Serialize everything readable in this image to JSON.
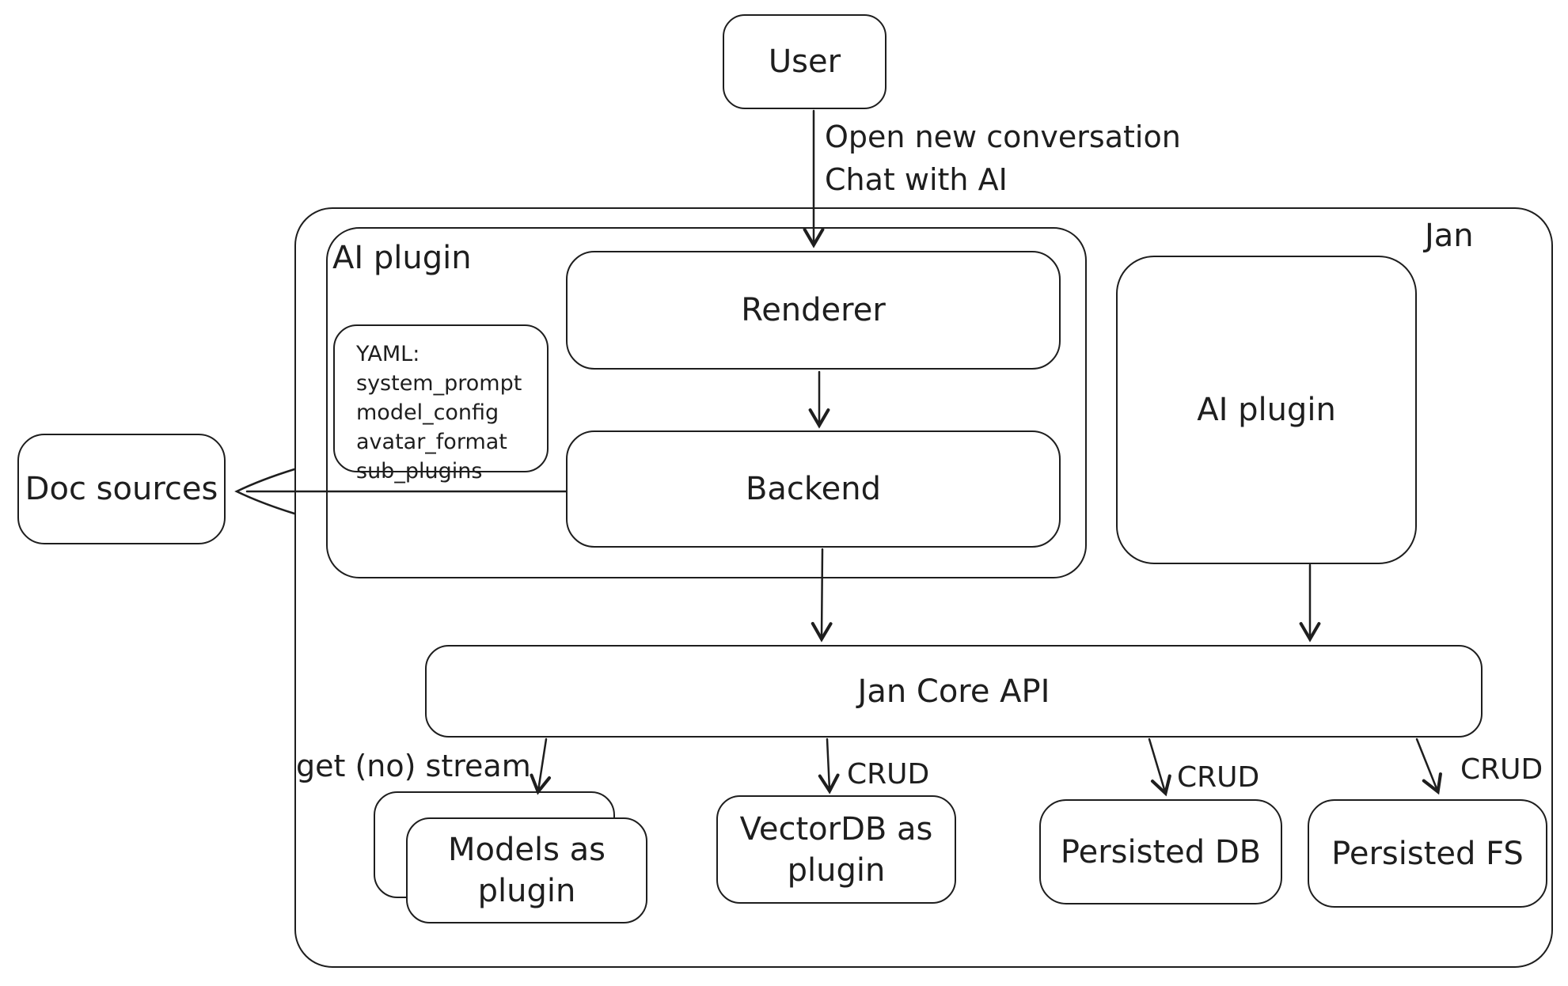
{
  "colors": {
    "stroke": "#1e1e1e",
    "background": "#ffffff"
  },
  "diagram": {
    "user": {
      "label": "User"
    },
    "user_arrow": {
      "lines": [
        "Open new conversation",
        "Chat with AI"
      ]
    },
    "jan": {
      "label": "Jan"
    },
    "ai_plugin_left": {
      "label": "AI plugin"
    },
    "yaml_note": {
      "lines": [
        "YAML:",
        "system_prompt",
        "model_config",
        "avatar_format",
        "sub_plugins"
      ]
    },
    "renderer": {
      "label": "Renderer"
    },
    "backend": {
      "label": "Backend"
    },
    "ai_plugin_right": {
      "label": "AI plugin"
    },
    "doc_sources": {
      "label": "Doc sources"
    },
    "jan_core_api": {
      "label": "Jan Core API"
    },
    "models_plugin": {
      "label": "Models as plugin"
    },
    "vectordb_plugin": {
      "label": "VectorDB as plugin"
    },
    "persisted_db": {
      "label": "Persisted DB"
    },
    "persisted_fs": {
      "label": "Persisted FS"
    },
    "edge_labels": {
      "get_no_stream": "get (no) stream",
      "crud_vectordb": "CRUD",
      "crud_persisted_db": "CRUD",
      "crud_persisted_fs": "CRUD"
    }
  }
}
